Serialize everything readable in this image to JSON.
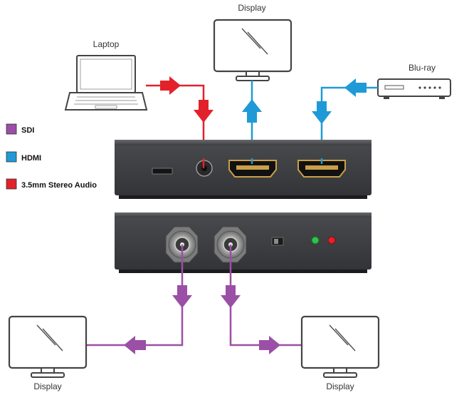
{
  "labels": {
    "laptop": "Laptop",
    "display_top": "Display",
    "bluray": "Blu-ray",
    "display_bottom_left": "Display",
    "display_bottom_right": "Display"
  },
  "legend": [
    {
      "label": "SDI",
      "color": "#9b4fa6"
    },
    {
      "label": "HDMI",
      "color": "#1f9ad6"
    },
    {
      "label": "3.5mm Stereo Audio",
      "color": "#e3212b"
    }
  ],
  "colors": {
    "audio": "#e3212b",
    "hdmi": "#1f9ad6",
    "sdi": "#9b4fa6",
    "device_body": "#3c3d40",
    "connector_gold": "#c9a048"
  },
  "icons": {
    "laptop": "laptop-icon",
    "monitor": "monitor-icon",
    "bluray": "bluray-player-icon"
  }
}
